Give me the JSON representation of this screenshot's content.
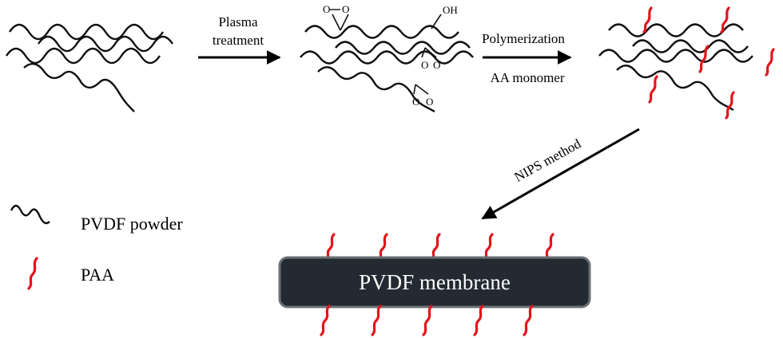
{
  "steps": {
    "plasma_line1": "Plasma",
    "plasma_line2": "treatment",
    "polymerization": "Polymerization",
    "monomer": "AA monomer",
    "nips": "NIPS method"
  },
  "chem": {
    "hydroxyl": "OH",
    "peroxide_o": "O"
  },
  "legend": {
    "pvdf_powder": "PVDF powder",
    "paa": "PAA"
  },
  "membrane": {
    "label": "PVDF membrane",
    "fill_color": "#232a31",
    "border_color": "#6b7075"
  },
  "colors": {
    "chain": "#111111",
    "paa": "#e3141b"
  }
}
